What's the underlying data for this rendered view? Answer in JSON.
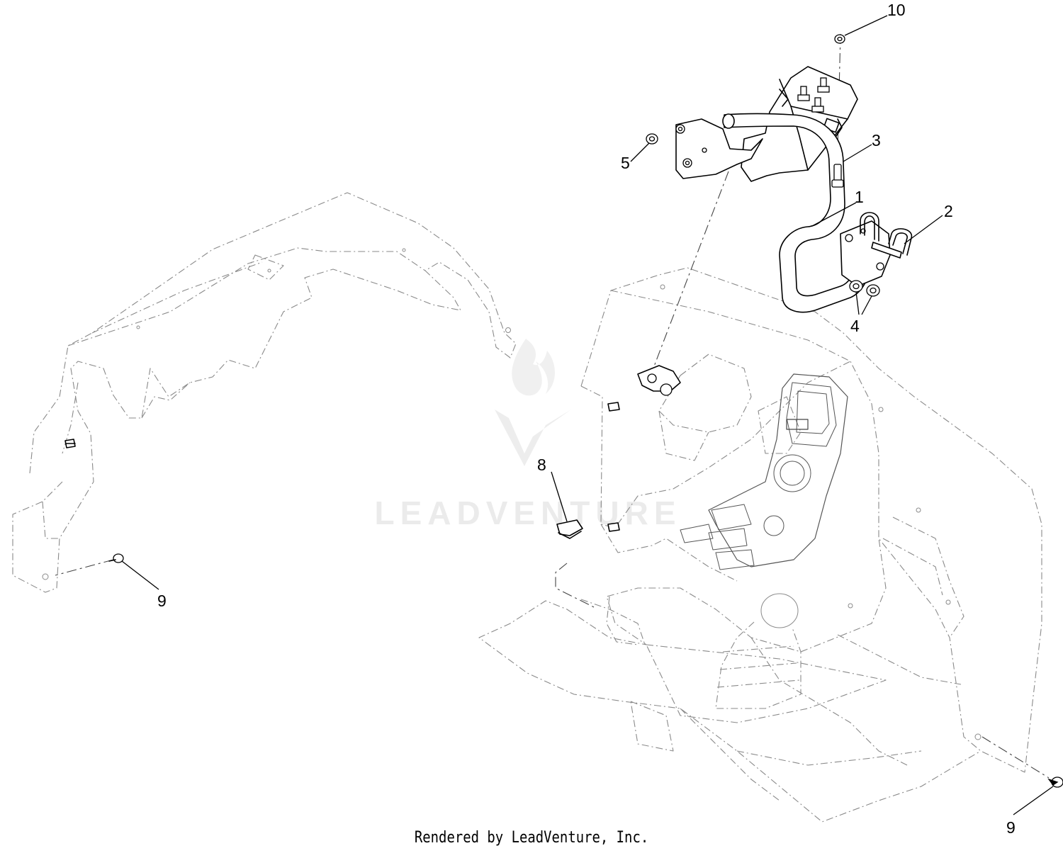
{
  "diagram": {
    "callouts": [
      {
        "id": "c10",
        "label": "10"
      },
      {
        "id": "c3",
        "label": "3"
      },
      {
        "id": "c5",
        "label": "5"
      },
      {
        "id": "c1",
        "label": "1"
      },
      {
        "id": "c2",
        "label": "2"
      },
      {
        "id": "c4",
        "label": "4"
      },
      {
        "id": "c8",
        "label": "8"
      },
      {
        "id": "c9a",
        "label": "9"
      },
      {
        "id": "c9b",
        "label": "9"
      }
    ],
    "watermark": "LEADVENTURE"
  },
  "footer": {
    "credit": "Rendered by LeadVenture, Inc."
  }
}
